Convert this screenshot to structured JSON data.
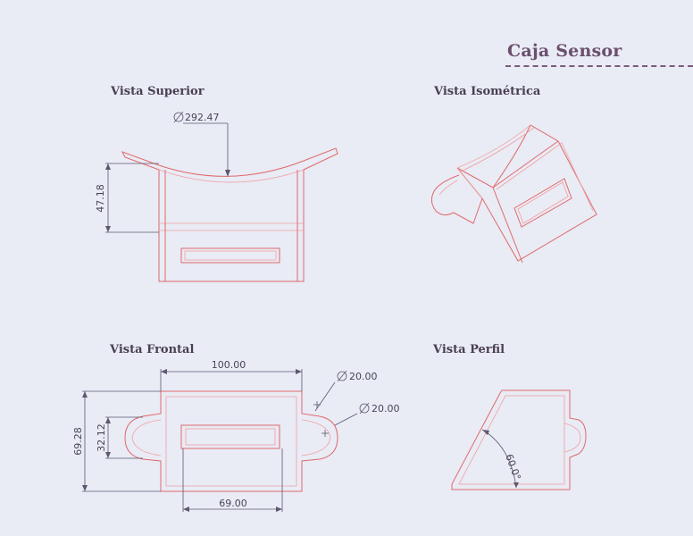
{
  "sheet": {
    "title": "Caja Sensor"
  },
  "views": {
    "top": {
      "label": "Vista Superior",
      "dim_diameter": "292.47",
      "dim_height": "47.18"
    },
    "iso": {
      "label": "Vista Isométrica"
    },
    "front": {
      "label": "Vista Frontal",
      "dim_width": "100.00",
      "dim_height_total": "69.28",
      "dim_height_inner": "32.12",
      "dim_slot": "69.00",
      "dim_diam_1": "20.00",
      "dim_diam_2": "20.00"
    },
    "profile": {
      "label": "Vista Perfil",
      "dim_angle": "60.0°"
    }
  },
  "colors": {
    "part_stroke": "#e06a6a",
    "dimension_stroke": "#5c5870",
    "background": "#e9ebf5",
    "title": "#6b4f6e"
  }
}
